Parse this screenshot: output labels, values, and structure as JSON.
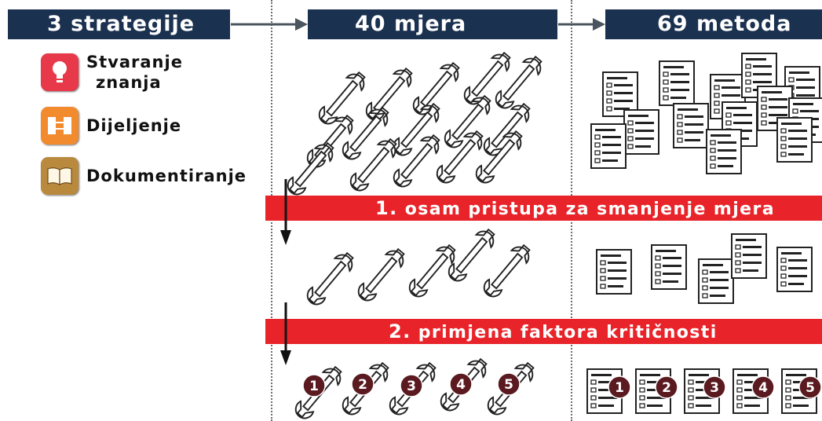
{
  "header": {
    "strategies_label": "3 strategije",
    "measures_label": "40 mjera",
    "methods_label": "69 metoda"
  },
  "legend": [
    {
      "label_line1": "Stvaranje",
      "label_line2": "znanja",
      "icon": "lightbulb-icon",
      "color": "#e8394a"
    },
    {
      "label_line1": "Dijeljenje",
      "label_line2": "",
      "icon": "share-icon",
      "color": "#f28a2e"
    },
    {
      "label_line1": "Dokumentiranje",
      "label_line2": "",
      "icon": "book-icon",
      "color": "#b98a3e"
    }
  ],
  "steps": [
    {
      "number": "1.",
      "label": "osam pristupa za smanjenje mjera"
    },
    {
      "number": "2.",
      "label": "primjena faktora kritičnosti"
    }
  ],
  "ranked_items": [
    "1",
    "2",
    "3",
    "4",
    "5"
  ],
  "colors": {
    "header_bg": "#1b3150",
    "banner_bg": "#e8242a",
    "rank_badge": "#5a1a1f"
  }
}
